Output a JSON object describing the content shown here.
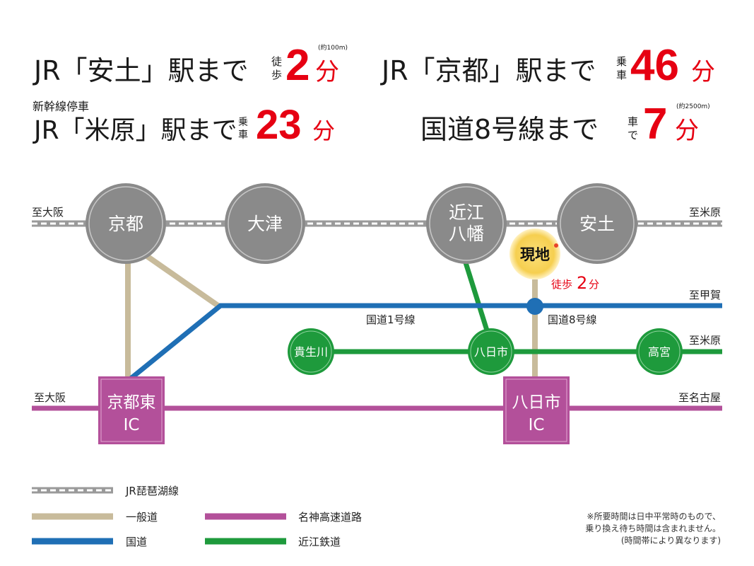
{
  "header": {
    "azuchi": {
      "prefix": "JR「安土」駅まで",
      "mode_top": "徒",
      "mode_bottom": "歩",
      "value": "2",
      "unit": "分",
      "note": "(約100m)"
    },
    "kyoto": {
      "prefix": "JR「京都」駅まで",
      "mode_top": "乗",
      "mode_bottom": "車",
      "value": "46",
      "unit": "分"
    },
    "maibara": {
      "sub": "新幹線停車",
      "prefix": "JR「米原」駅まで",
      "mode_top": "乗",
      "mode_bottom": "車",
      "value": "23",
      "unit": "分"
    },
    "route8": {
      "prefix": "国道8号線まで",
      "mode_top": "車",
      "mode_bottom": "で",
      "value": "7",
      "unit": "分",
      "note": "(約2500m)"
    }
  },
  "map": {
    "jr_stations": [
      {
        "line1": "京都",
        "line2": ""
      },
      {
        "line1": "大津",
        "line2": ""
      },
      {
        "line1": "近江",
        "line2": "八幡"
      },
      {
        "line1": "安土",
        "line2": ""
      }
    ],
    "site": {
      "label": "現地",
      "walk_label": "徒歩",
      "walk_value": "2",
      "walk_unit": "分"
    },
    "ohmi_stations": [
      "貴生川",
      "八日市",
      "高宮"
    ],
    "interchanges": [
      {
        "line1": "京都東",
        "line2": "IC"
      },
      {
        "line1": "八日市",
        "line2": "IC"
      }
    ],
    "labels": {
      "jr_west": "至大阪",
      "jr_east": "至米原",
      "route_east": "至甲賀",
      "route1": "国道1号線",
      "route8": "国道8号線",
      "ohmi_east": "至米原",
      "meishin_west": "至大阪",
      "meishin_east": "至名古屋"
    }
  },
  "legend": {
    "jr": "JR琵琶湖線",
    "local_road": "一般道",
    "national_road": "国道",
    "expressway": "名神高速道路",
    "ohmi_railway": "近江鉄道"
  },
  "footnote": {
    "line1": "※所要時間は日中平常時のもので、",
    "line2": "乗り換え待ち時間は含まれません。",
    "line3": "(時間帯により異なります)"
  },
  "colors": {
    "jr": "#9a9a9a",
    "local_road": "#c8bb9b",
    "national_road": "#1f6fb5",
    "expressway": "#b3509a",
    "ohmi": "#1e9a3c",
    "accent": "#e60012",
    "site": "#f7d25a"
  }
}
